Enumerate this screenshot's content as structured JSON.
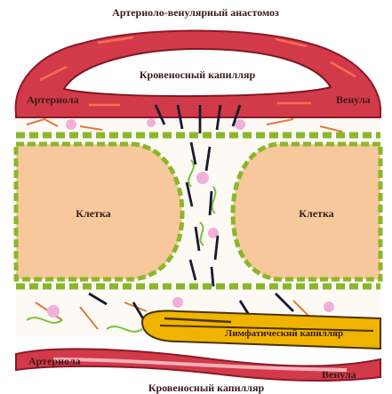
{
  "diagram": {
    "top_caption": "Артериоло-венулярный анастомоз",
    "bottom_caption": "Кровеносный капилляр",
    "capillary_top": "Кровеносный капилляр",
    "arteriole_top": "Артериола",
    "venule_top": "Венула",
    "cell_left": "Клетка",
    "cell_right": "Клетка",
    "lymph_capillary": "Лимфатический капилляр",
    "arteriole_bottom": "Артериола",
    "venule_bottom": "Венула"
  },
  "colors": {
    "vessel": "#d23a4a",
    "vessel_light": "#f2b0b8",
    "cell": "#f6c89c",
    "membrane": "#9acd32",
    "lymph": "#f0b400",
    "arrow": "#1a1a2e",
    "red_arrow": "#e0301e"
  }
}
